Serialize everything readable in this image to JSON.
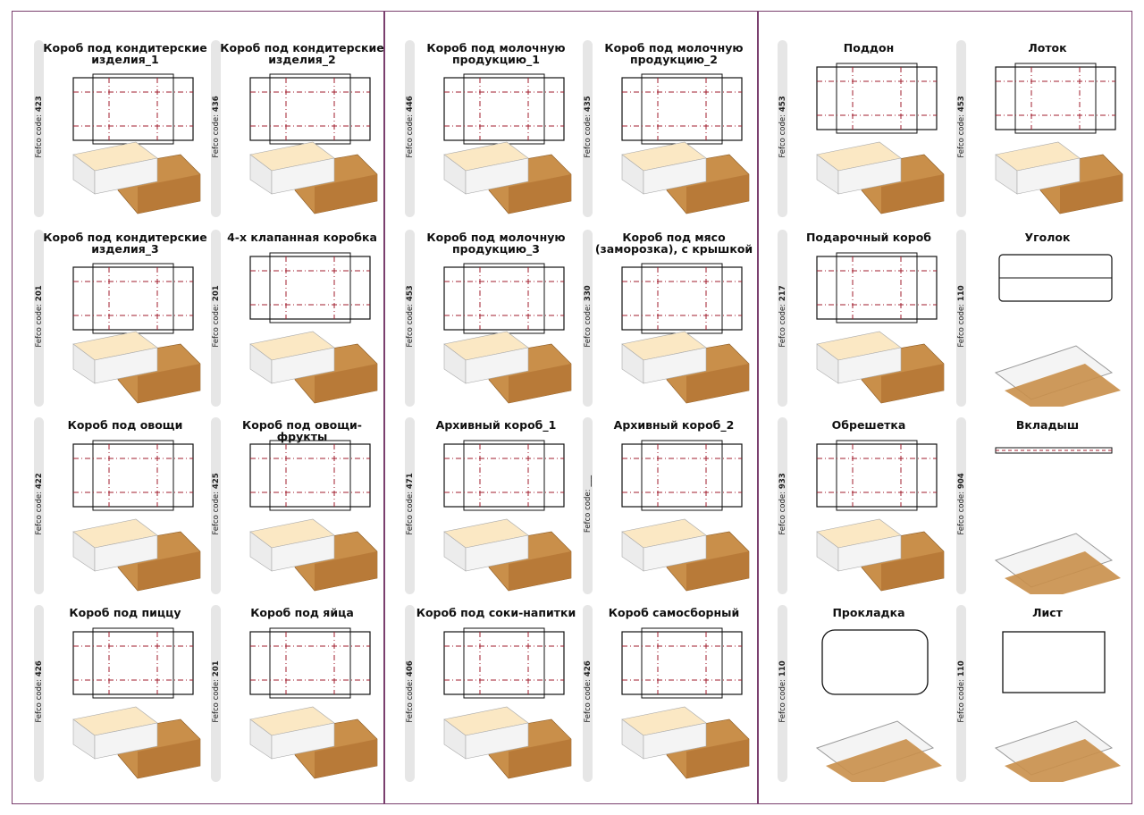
{
  "fefco_label": "Fefco code:",
  "colors": {
    "frame": "#7a3f6e",
    "kraft": "#c98f4a",
    "white_board": "#f4f4f4",
    "crease": "#a01c2c"
  },
  "panels": [
    {
      "cards": [
        {
          "title": "Короб под кондитерские изделия_1",
          "code": "423"
        },
        {
          "title": "Короб под кондитерские изделия_2",
          "code": "436"
        },
        {
          "title": "Короб под кондитерские изделия_3",
          "code": "201"
        },
        {
          "title": "4-х клапанная коробка",
          "code": "201"
        },
        {
          "title": "Короб под овощи",
          "code": "422"
        },
        {
          "title": "Короб под овощи-фрукты",
          "code": "425"
        },
        {
          "title": "Короб под пиццу",
          "code": "426"
        },
        {
          "title": "Короб под яйца",
          "code": "201"
        }
      ]
    },
    {
      "cards": [
        {
          "title": "Короб под молочную продукцию_1",
          "code": "446"
        },
        {
          "title": "Короб под молочную продукцию_2",
          "code": "435"
        },
        {
          "title": "Короб под молочную продукцию_3",
          "code": "453"
        },
        {
          "title": "Короб под мясо (заморозка), с крышкой",
          "code": "330"
        },
        {
          "title": "Архивный короб_1",
          "code": "471"
        },
        {
          "title": "Архивный короб_2",
          "code": "___"
        },
        {
          "title": "Короб под соки-напитки",
          "code": "406"
        },
        {
          "title": "Короб самосборный",
          "code": "426"
        }
      ]
    },
    {
      "cards": [
        {
          "title": "Поддон",
          "code": "453"
        },
        {
          "title": "Лоток",
          "code": "453"
        },
        {
          "title": "Подарочный короб",
          "code": "217"
        },
        {
          "title": "Уголок",
          "code": "110"
        },
        {
          "title": "Обрешетка",
          "code": "933"
        },
        {
          "title": "Вкладыш",
          "code": "904"
        },
        {
          "title": "Прокладка",
          "code": "110"
        },
        {
          "title": "Лист",
          "code": "110"
        }
      ]
    }
  ]
}
